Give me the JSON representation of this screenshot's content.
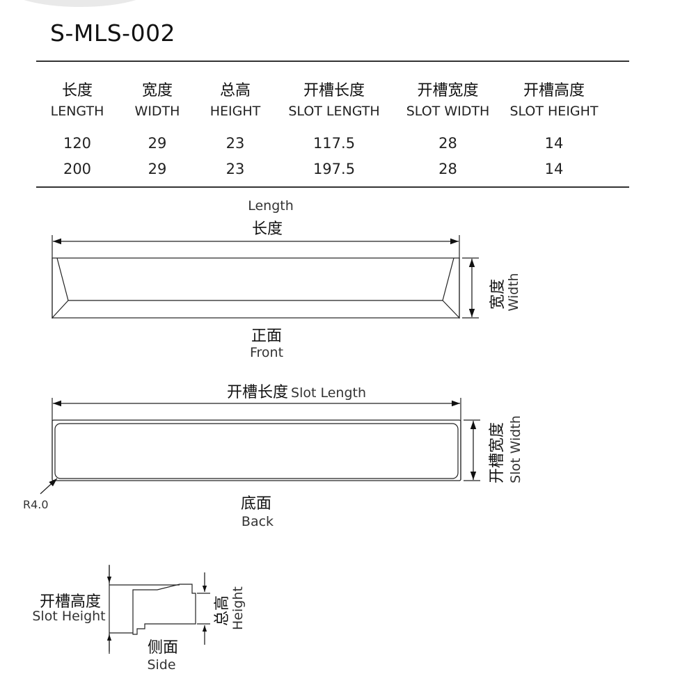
{
  "title": "S-MLS-002",
  "table": {
    "headers": [
      {
        "cn": "长度",
        "en": "LENGTH"
      },
      {
        "cn": "宽度",
        "en": "WIDTH"
      },
      {
        "cn": "总高",
        "en": "HEIGHT"
      },
      {
        "cn": "开槽长度",
        "en": "SLOT LENGTH"
      },
      {
        "cn": "开槽宽度",
        "en": "SLOT WIDTH"
      },
      {
        "cn": "开槽高度",
        "en": "SLOT HEIGHT"
      }
    ],
    "rows": [
      [
        "120",
        "29",
        "23",
        "117.5",
        "28",
        "14"
      ],
      [
        "200",
        "29",
        "23",
        "197.5",
        "28",
        "14"
      ]
    ]
  },
  "front": {
    "length_en": "Length",
    "length_cn": "长度",
    "width_cn": "宽度",
    "width_en": "Width",
    "view_cn": "正面",
    "view_en": "Front"
  },
  "back": {
    "slot_length_cn": "开槽长度",
    "slot_length_en": "Slot Length",
    "slot_width_cn": "开槽宽度",
    "slot_width_en": "Slot Width",
    "radius": "R4.0",
    "view_cn": "底面",
    "view_en": "Back"
  },
  "side": {
    "slot_height_cn": "开槽高度",
    "slot_height_en": "Slot Height",
    "height_cn": "总高",
    "height_en": "Height",
    "view_cn": "侧面",
    "view_en": "Side"
  },
  "colors": {
    "line": "#222222",
    "decor_arc": "#e9e9e9"
  }
}
